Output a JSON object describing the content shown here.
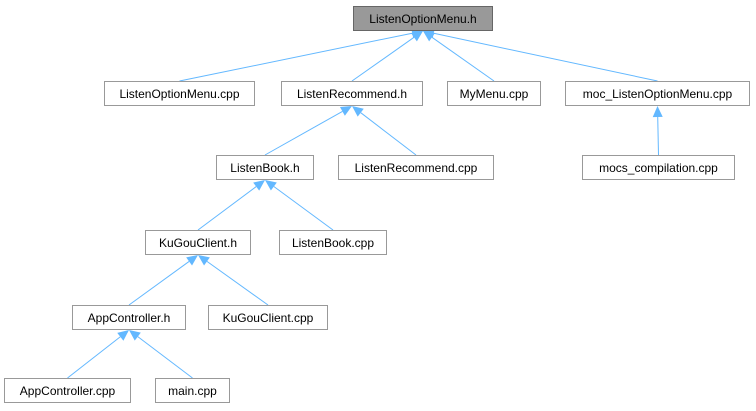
{
  "nodes": [
    {
      "id": "n0",
      "name": "node-listenoptionmenu-h",
      "label": "ListenOptionMenu.h",
      "root": true
    },
    {
      "id": "n1",
      "name": "node-listenoptionmenu-cpp",
      "label": "ListenOptionMenu.cpp"
    },
    {
      "id": "n2",
      "name": "node-listenrecommend-h",
      "label": "ListenRecommend.h"
    },
    {
      "id": "n3",
      "name": "node-mymenu-cpp",
      "label": "MyMenu.cpp"
    },
    {
      "id": "n4",
      "name": "node-moc-listenoptionmenu-cpp",
      "label": "moc_ListenOptionMenu.cpp"
    },
    {
      "id": "n5",
      "name": "node-listenbook-h",
      "label": "ListenBook.h"
    },
    {
      "id": "n6",
      "name": "node-listenrecommend-cpp",
      "label": "ListenRecommend.cpp"
    },
    {
      "id": "n7",
      "name": "node-mocs-compilation-cpp",
      "label": "mocs_compilation.cpp"
    },
    {
      "id": "n8",
      "name": "node-kugouclient-h",
      "label": "KuGouClient.h"
    },
    {
      "id": "n9",
      "name": "node-listenbook-cpp",
      "label": "ListenBook.cpp"
    },
    {
      "id": "n10",
      "name": "node-appcontroller-h",
      "label": "AppController.h"
    },
    {
      "id": "n11",
      "name": "node-kugouclient-cpp",
      "label": "KuGouClient.cpp"
    },
    {
      "id": "n12",
      "name": "node-appcontroller-cpp",
      "label": "AppController.cpp"
    },
    {
      "id": "n13",
      "name": "node-main-cpp",
      "label": "main.cpp"
    }
  ],
  "edges": [
    {
      "from": "n1",
      "to": "n0"
    },
    {
      "from": "n2",
      "to": "n0"
    },
    {
      "from": "n3",
      "to": "n0"
    },
    {
      "from": "n4",
      "to": "n0"
    },
    {
      "from": "n5",
      "to": "n2"
    },
    {
      "from": "n6",
      "to": "n2"
    },
    {
      "from": "n7",
      "to": "n4"
    },
    {
      "from": "n8",
      "to": "n5"
    },
    {
      "from": "n9",
      "to": "n5"
    },
    {
      "from": "n10",
      "to": "n8"
    },
    {
      "from": "n11",
      "to": "n8"
    },
    {
      "from": "n12",
      "to": "n10"
    },
    {
      "from": "n13",
      "to": "n10"
    }
  ],
  "colors": {
    "edge": "#63b8ff",
    "node_border": "#999999",
    "root_fill": "#999999",
    "node_fill": "#ffffff"
  }
}
